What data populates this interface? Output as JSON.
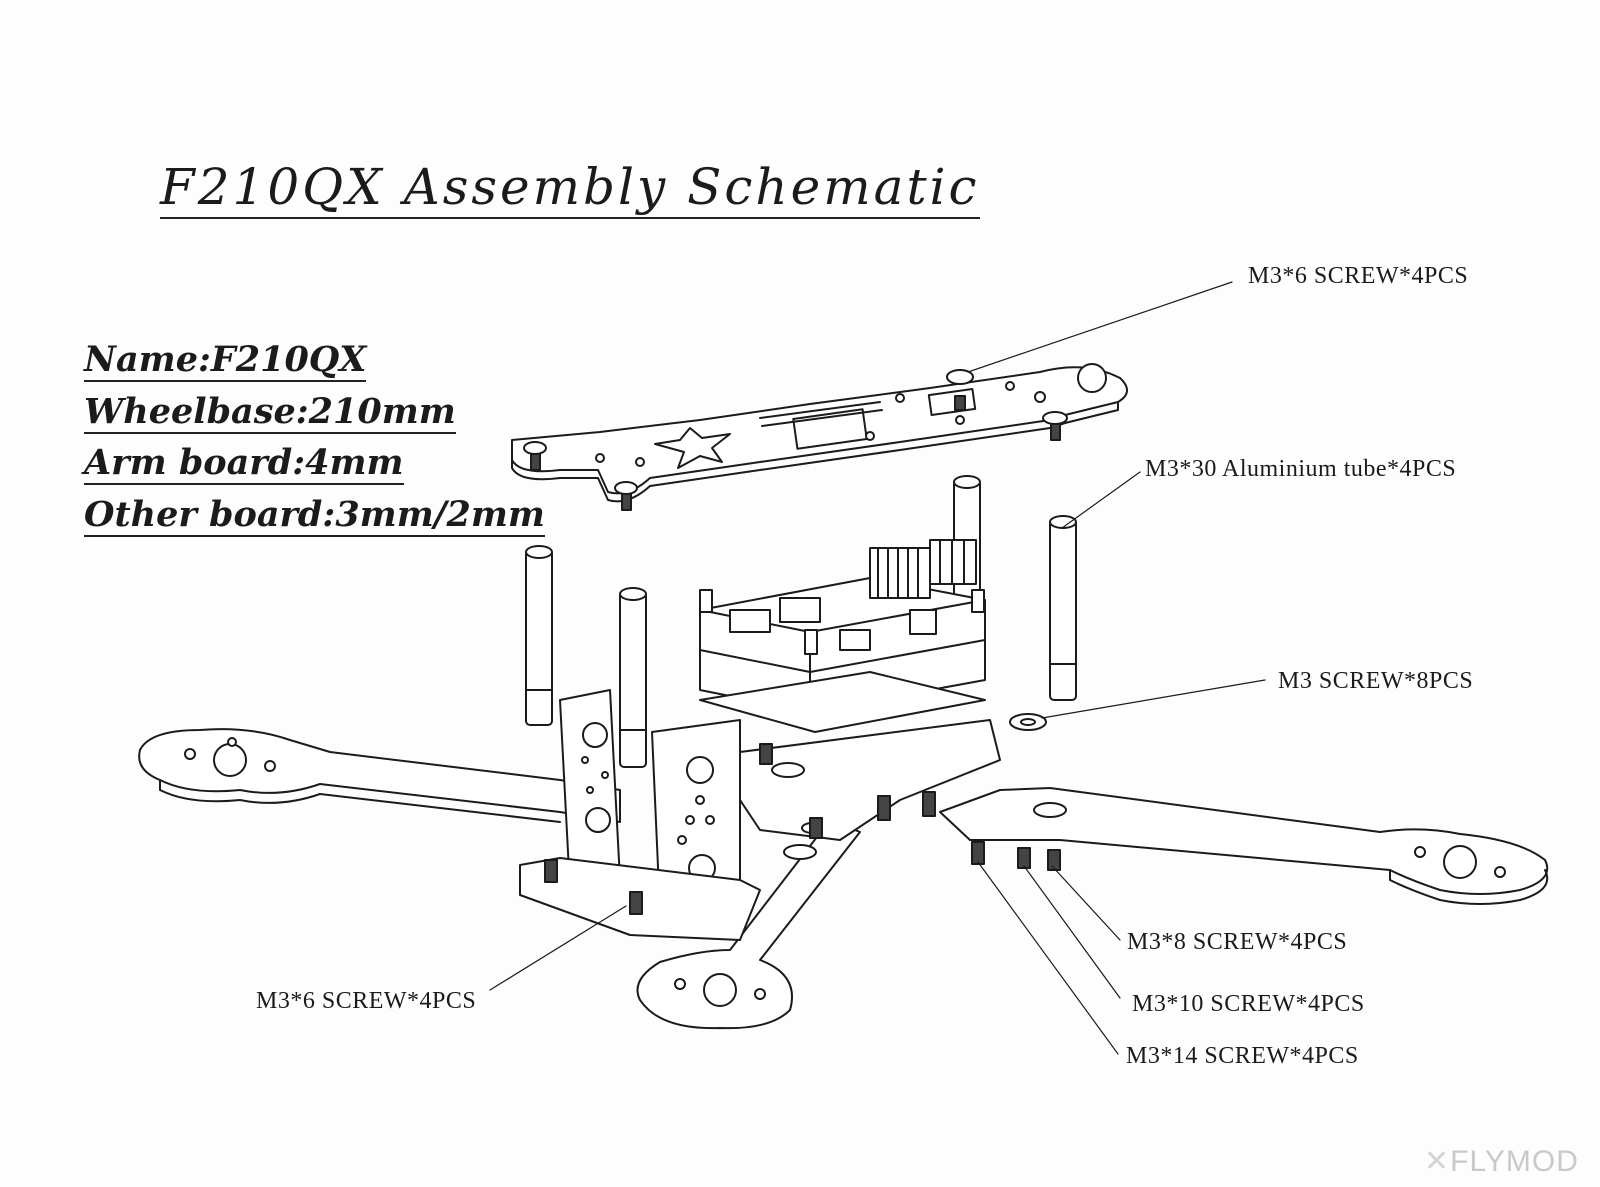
{
  "title": "F210QX Assembly Schematic",
  "specs": {
    "name": "Name:F210QX",
    "wheelbase": "Wheelbase:210mm",
    "arm_board": "Arm board:4mm",
    "other_board": "Other board:3mm/2mm"
  },
  "callouts": {
    "top_screws": "M3*6 SCREW*4PCS",
    "aluminium_tubes": "M3*30 Aluminium tube*4PCS",
    "m3_screws": "M3 SCREW*8PCS",
    "bottom_left_screws": "M3*6 SCREW*4PCS",
    "m3x8_screws": "M3*8 SCREW*4PCS",
    "m3x10_screws": "M3*10 SCREW*4PCS",
    "m3x14_screws": "M3*14 SCREW*4PCS"
  },
  "watermark": {
    "mark": "✕",
    "text": "FLYMOD"
  },
  "colors": {
    "ink": "#1b1b1b",
    "paper": "#fdfdfd",
    "watermark": "#c9c9c9"
  }
}
